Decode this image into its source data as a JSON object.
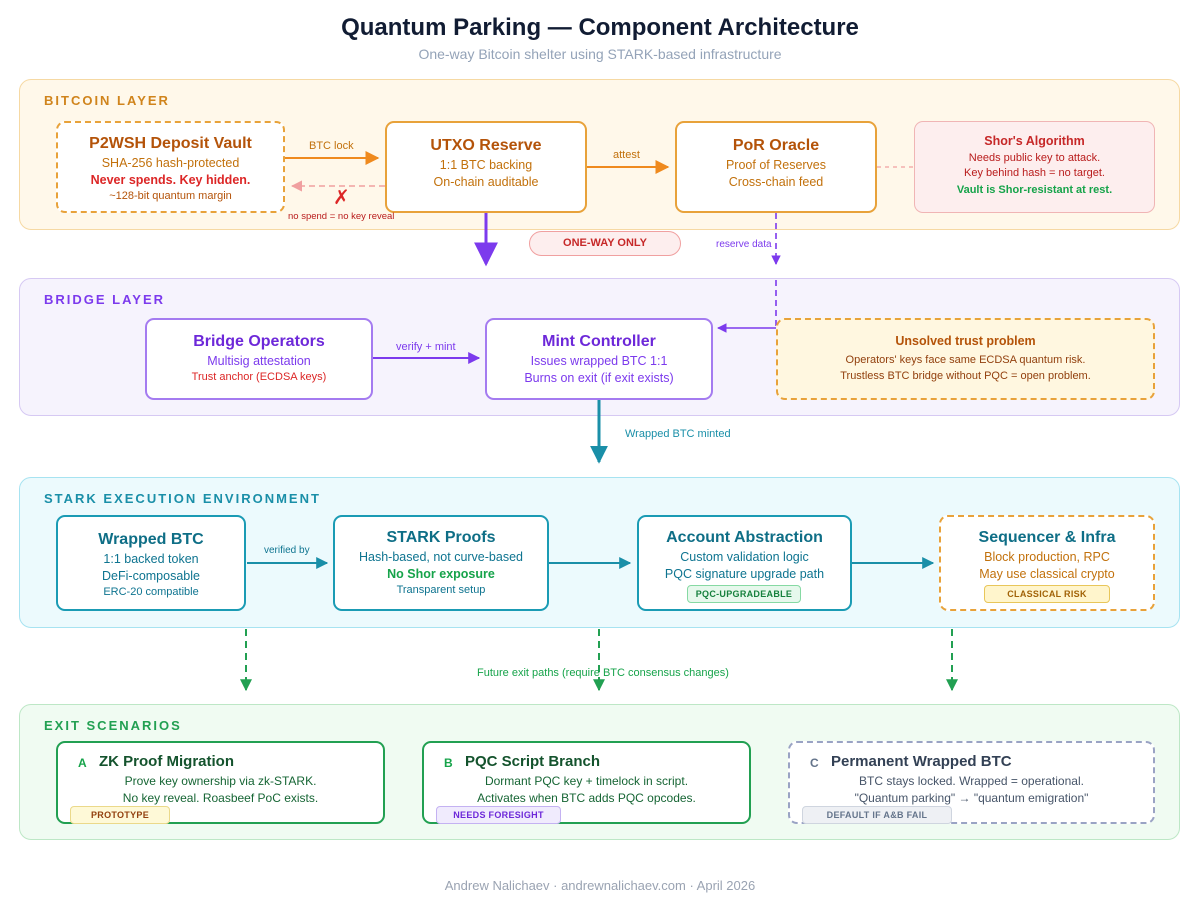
{
  "header": {
    "title": "Quantum Parking — Component Architecture",
    "subtitle": "One-way Bitcoin shelter using STARK-based infrastructure"
  },
  "bitcoin_layer": {
    "label": "BITCOIN LAYER",
    "vault": {
      "title": "P2WSH Deposit Vault",
      "line1": "SHA-256 hash-protected",
      "line2": "Never spends. Key hidden.",
      "line3": "~128-bit quantum margin"
    },
    "utxo": {
      "title": "UTXO Reserve",
      "line1": "1:1 BTC backing",
      "line2": "On-chain auditable"
    },
    "oracle": {
      "title": "PoR Oracle",
      "line1": "Proof of Reserves",
      "line2": "Cross-chain feed"
    },
    "shor": {
      "title": "Shor's Algorithm",
      "line1": "Needs public key to attack.",
      "line2": "Key behind hash = no target.",
      "line3": "Vault is Shor-resistant at rest."
    },
    "arrow_btc_lock": "BTC lock",
    "arrow_attest": "attest",
    "no_spend_mark": "✗",
    "no_spend_label": "no spend = no key reveal",
    "one_way_label": "ONE-WAY ONLY",
    "reserve_data_label": "reserve data"
  },
  "bridge_layer": {
    "label": "BRIDGE LAYER",
    "operators": {
      "title": "Bridge Operators",
      "line1": "Multisig attestation",
      "line2": "Trust anchor (ECDSA keys)"
    },
    "mint": {
      "title": "Mint Controller",
      "line1": "Issues wrapped BTC 1:1",
      "line2": "Burns on exit (if exit exists)"
    },
    "trust": {
      "title": "Unsolved trust problem",
      "line1": "Operators' keys face same ECDSA quantum risk.",
      "line2": "Trustless BTC bridge without PQC = open problem."
    },
    "arrow_verify_mint": "verify + mint",
    "arrow_wrapped_minted": "Wrapped BTC minted"
  },
  "stark_layer": {
    "label": "STARK EXECUTION ENVIRONMENT",
    "wrapped": {
      "title": "Wrapped BTC",
      "line1": "1:1 backed token",
      "line2": "DeFi-composable",
      "line3": "ERC-20 compatible"
    },
    "proofs": {
      "title": "STARK Proofs",
      "line1": "Hash-based, not curve-based",
      "line2": "No Shor exposure",
      "line3": "Transparent setup"
    },
    "account": {
      "title": "Account Abstraction",
      "line1": "Custom validation logic",
      "line2": "PQC signature upgrade path",
      "badge": "PQC-UPGRADEABLE"
    },
    "sequencer": {
      "title": "Sequencer & Infra",
      "line1": "Block production, RPC",
      "line2": "May use classical crypto",
      "badge": "CLASSICAL RISK"
    },
    "arrow_verified_by": "verified by",
    "future_exit_label": "Future exit paths (require BTC consensus changes)"
  },
  "exit_layer": {
    "label": "EXIT SCENARIOS",
    "a": {
      "letter": "A",
      "title": "ZK Proof Migration",
      "line1": "Prove key ownership via zk-STARK.",
      "line2": "No key reveal. Roasbeef PoC exists.",
      "badge": "PROTOTYPE"
    },
    "b": {
      "letter": "B",
      "title": "PQC Script Branch",
      "line1": "Dormant PQC key + timelock in script.",
      "line2": "Activates when BTC adds PQC opcodes.",
      "badge": "NEEDS FORESIGHT"
    },
    "c": {
      "letter": "C",
      "title": "Permanent Wrapped BTC",
      "line1": "BTC stays locked. Wrapped = operational.",
      "line2": "\"Quantum parking\" → \"quantum emigration\"",
      "badge": "DEFAULT IF A&B FAIL"
    }
  },
  "footer": {
    "credit": "Andrew Nalichaev · andrewnalichaev.com · April 2026"
  },
  "colors": {
    "bitcoin": "#e8a23a",
    "bitcoin_text": "#c2710c",
    "bridge": "#8b5cf6",
    "bridge_text": "#7c3aed",
    "stark": "#1a9bb4",
    "stark_text": "#0e7490",
    "exit": "#22a052",
    "danger": "#dc2626",
    "note_bg": "#fff7e0"
  }
}
